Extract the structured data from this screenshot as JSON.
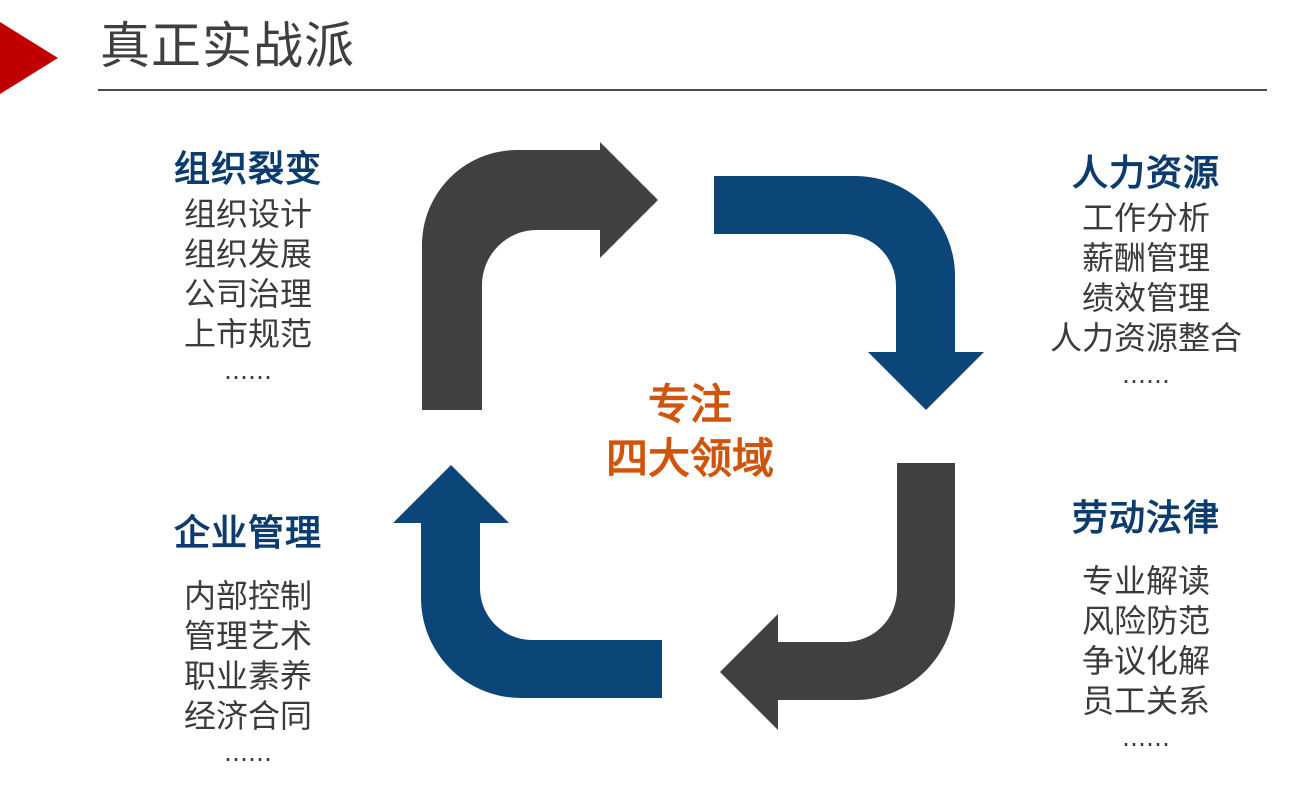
{
  "header": {
    "title": "真正实战派"
  },
  "center": {
    "line1": "专注",
    "line2": "四大领域"
  },
  "blocks": {
    "top_left": {
      "heading": "组织裂变",
      "items": [
        "组织设计",
        "组织发展",
        "公司治理",
        "上市规范"
      ],
      "ellipsis": "……"
    },
    "top_right": {
      "heading": "人力资源",
      "items": [
        "工作分析",
        "薪酬管理",
        "绩效管理",
        "人力资源整合"
      ],
      "ellipsis": "……"
    },
    "bottom_left": {
      "heading": "企业管理",
      "items": [
        "内部控制",
        "管理艺术",
        "职业素养",
        "经济合同"
      ],
      "ellipsis": "……"
    },
    "bottom_right": {
      "heading": "劳动法律",
      "items": [
        "专业解读",
        "风险防范",
        "争议化解",
        "员工关系"
      ],
      "ellipsis": "……"
    }
  },
  "colors": {
    "dark_gray": "#404040",
    "navy": "#0c4577",
    "accent_red": "#c00000",
    "center_orange": "#d0550c"
  }
}
